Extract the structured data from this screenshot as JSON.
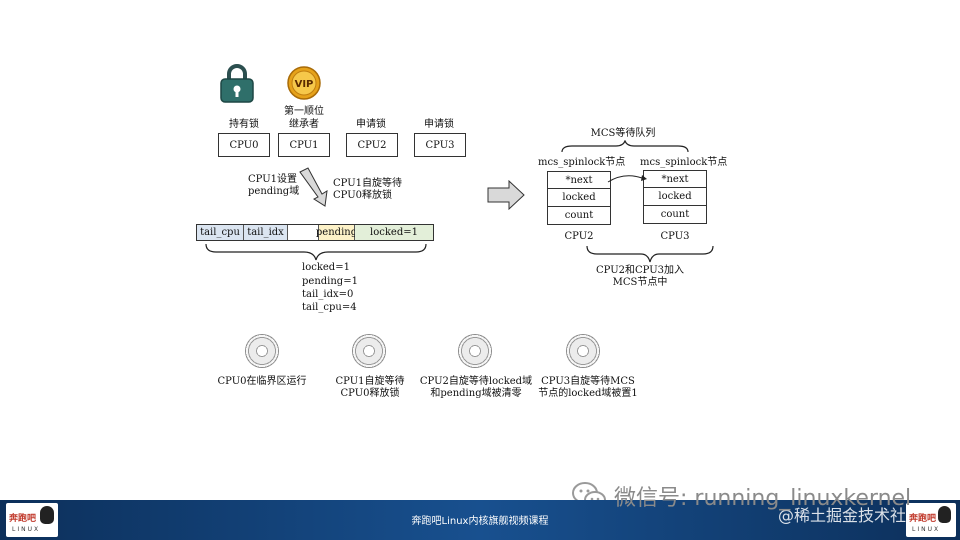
{
  "top": {
    "cpu_labels": [
      "持有锁",
      "第一顺位继承者",
      "申请锁",
      "申请锁"
    ],
    "cpu_label_line1": "第一顺位",
    "cpu_label_line2": "继承者",
    "cpus": [
      "CPU0",
      "CPU1",
      "CPU2",
      "CPU3"
    ],
    "vip_text": "VIP"
  },
  "annotations": {
    "cpu1_set_line1": "CPU1设置",
    "cpu1_set_line2": "pending域",
    "cpu1_spin_line1": "CPU1自旋等待",
    "cpu1_spin_line2": "CPU0释放锁"
  },
  "lock_word": {
    "fields": [
      "tail_cpu",
      "tail_idx",
      "",
      "pending",
      "locked=1"
    ],
    "values": [
      "locked=1",
      "pending=1",
      "tail_idx=0",
      "tail_cpu=4"
    ]
  },
  "queue": {
    "title": "MCS等待队列",
    "node_title": "mcs_spinlock节点",
    "fields": [
      "*next",
      "locked",
      "count"
    ],
    "cpus": [
      "CPU2",
      "CPU3"
    ],
    "caption_line1": "CPU2和CPU3加入",
    "caption_line2": "MCS节点中"
  },
  "states": [
    {
      "line1": "CPU0在临界区运行",
      "line2": ""
    },
    {
      "line1": "CPU1自旋等待",
      "line2": "CPU0释放锁"
    },
    {
      "line1": "CPU2自旋等待locked域",
      "line2": "和pending域被清零"
    },
    {
      "line1": "CPU3自旋等待MCS",
      "line2": "节点的locked域被置1"
    }
  ],
  "footer": {
    "course_title": "奔跑吧Linux内核旗舰视频课程",
    "wechat": "微信号: running_linuxkernel",
    "watermark": "@稀土掘金技术社区",
    "logo_text": "奔跑吧",
    "logo_sub": "LINUX"
  },
  "colors": {
    "tail_field": "#dbe5f1",
    "pending_field": "#fdf2c8",
    "locked_field": "#e3efd9",
    "footer_bg": "#18508f"
  }
}
